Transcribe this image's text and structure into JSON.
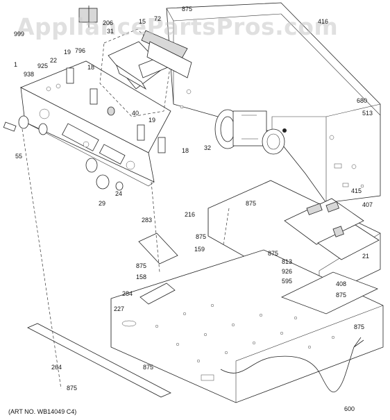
{
  "watermark": "AppliancePartsPros.com",
  "art_number": "(ART NO. WB14049 C4)",
  "callouts": [
    "1",
    "938",
    "925",
    "22",
    "19",
    "796",
    "18",
    "40",
    "19",
    "18",
    "55",
    "29",
    "24",
    "999",
    "206",
    "15",
    "72",
    "875",
    "416",
    "680",
    "513",
    "32",
    "216",
    "875",
    "415",
    "407",
    "283",
    "875",
    "159",
    "875",
    "875",
    "813",
    "926",
    "595",
    "158",
    "284",
    "408",
    "875",
    "227",
    "21",
    "875",
    "264",
    "875",
    "875",
    "600",
    "31"
  ]
}
